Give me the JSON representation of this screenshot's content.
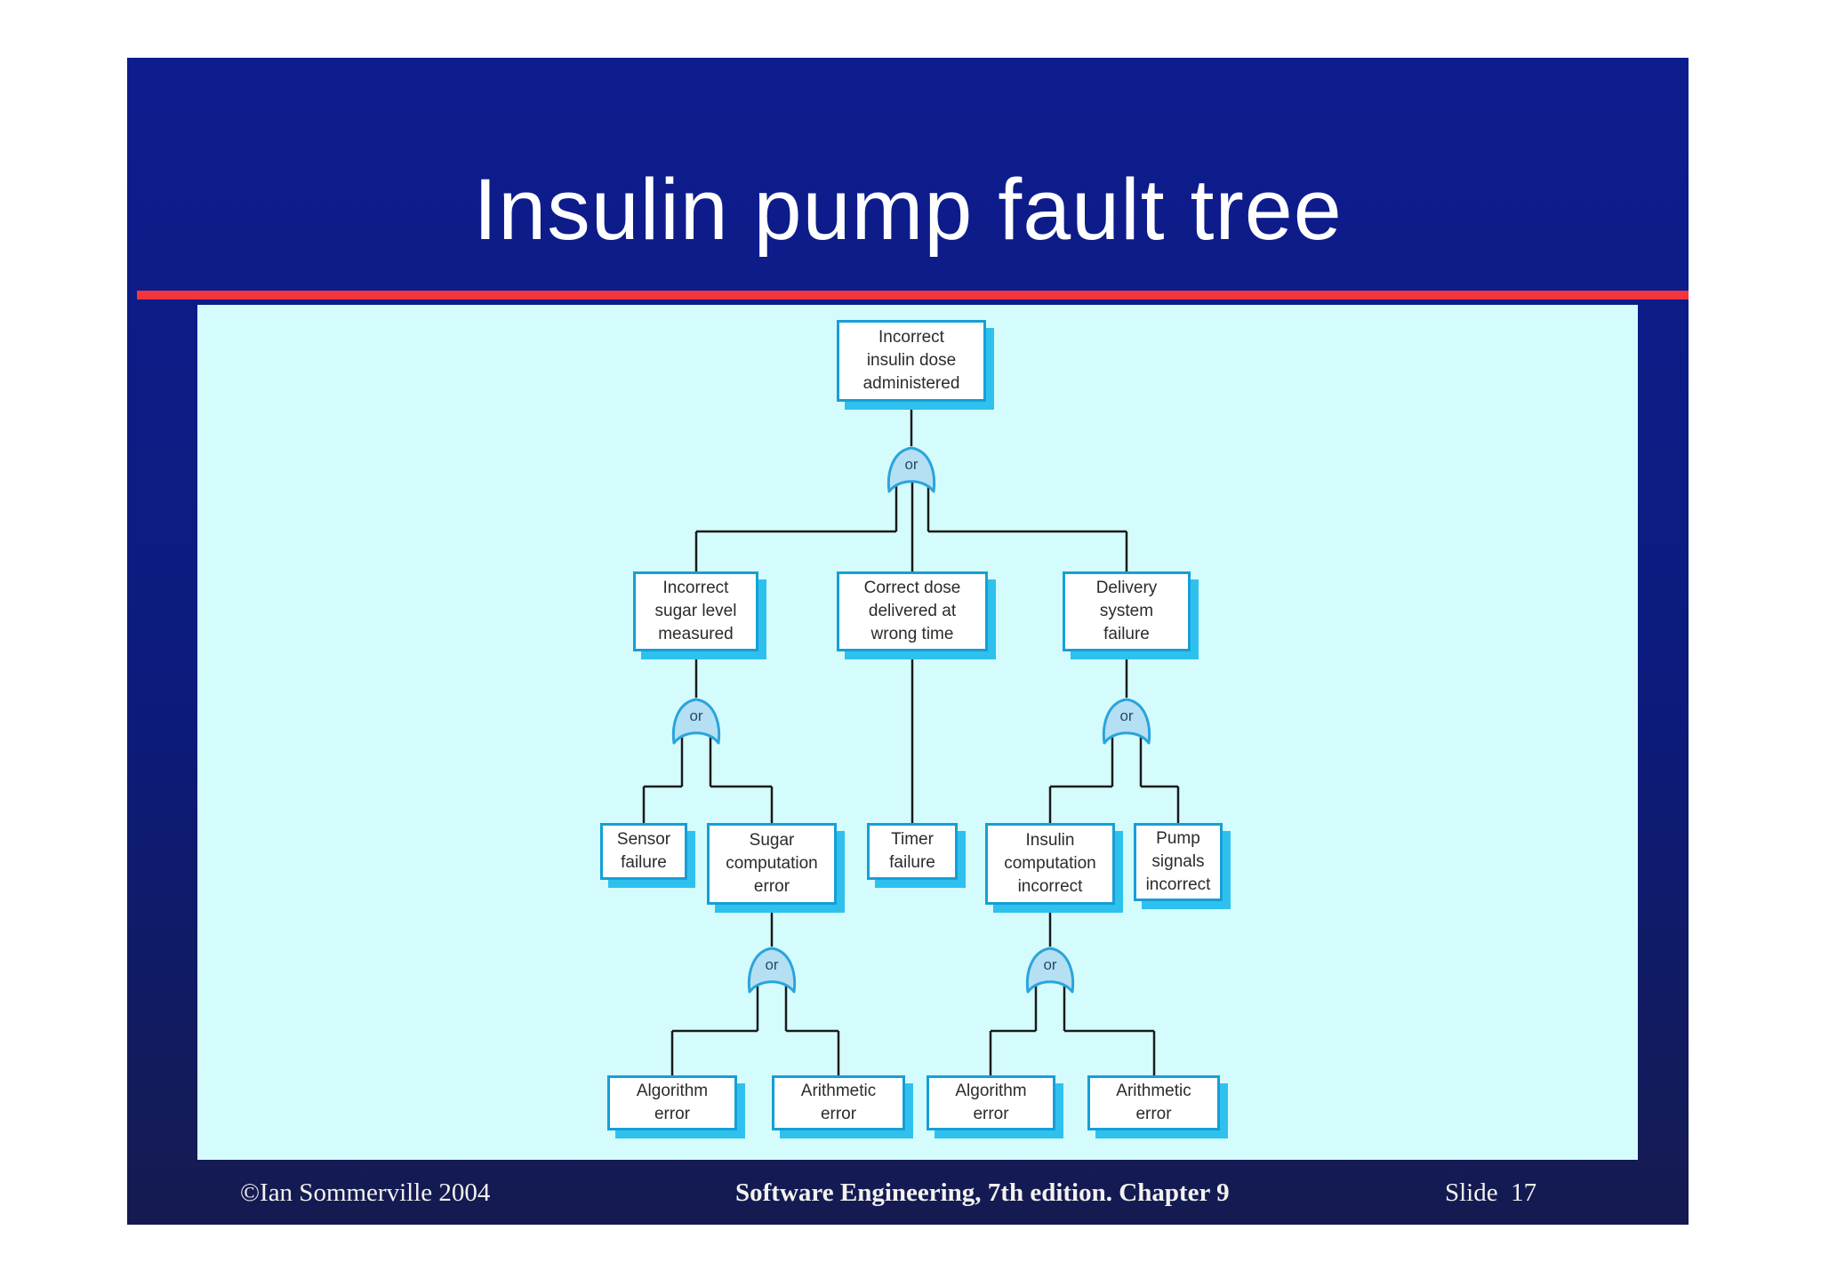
{
  "title": "Insulin pump fault tree",
  "footer": {
    "copyright": "©Ian Sommerville 2004",
    "book": "Software Engineering, 7th edition. Chapter 9",
    "slide": "Slide  17"
  },
  "nodes": [
    {
      "id": "root",
      "label": "Incorrect\ninsulin dose\nadministered"
    },
    {
      "id": "incorrect-sugar-level",
      "label": "Incorrect\nsugar level\nmeasured"
    },
    {
      "id": "correct-dose-wrong-time",
      "label": "Correct dose\ndelivered at\nwrong time"
    },
    {
      "id": "delivery-system-failure",
      "label": "Delivery\nsystem\nfailure"
    },
    {
      "id": "sensor-failure",
      "label": "Sensor\nfailure"
    },
    {
      "id": "sugar-computation-error",
      "label": "Sugar\ncomputation\nerror"
    },
    {
      "id": "timer-failure",
      "label": "Timer\nfailure"
    },
    {
      "id": "insulin-computation-incorrect",
      "label": "Insulin\ncomputation\nincorrect"
    },
    {
      "id": "pump-signals-incorrect",
      "label": "Pump\nsignals\nincorrect"
    },
    {
      "id": "algorithm-error-1",
      "label": "Algorithm\nerror"
    },
    {
      "id": "arithmetic-error-1",
      "label": "Arithmetic\nerror"
    },
    {
      "id": "algorithm-error-2",
      "label": "Algorithm\nerror"
    },
    {
      "id": "arithmetic-error-2",
      "label": "Arithmetic\nerror"
    }
  ],
  "gates": [
    {
      "id": "or-root",
      "label": "or"
    },
    {
      "id": "or-sugar-level",
      "label": "or"
    },
    {
      "id": "or-delivery-system",
      "label": "or"
    },
    {
      "id": "or-sugar-computation",
      "label": "or"
    },
    {
      "id": "or-insulin-computation",
      "label": "or"
    }
  ],
  "colors": {
    "slide_navy_top": "#0d1d8e",
    "slide_navy_bottom": "#151b50",
    "divider_red": "#f4343f",
    "panel_cyan": "#d5fcfd",
    "box_border": "#169fd6",
    "box_shadow": "#2fc1ee",
    "gate_fill": "#b5e0f4",
    "gate_border": "#2aa4dc",
    "connector_line": "#1a1a1a",
    "box_text": "#2b2b2b",
    "title_text": "#ffffff"
  }
}
